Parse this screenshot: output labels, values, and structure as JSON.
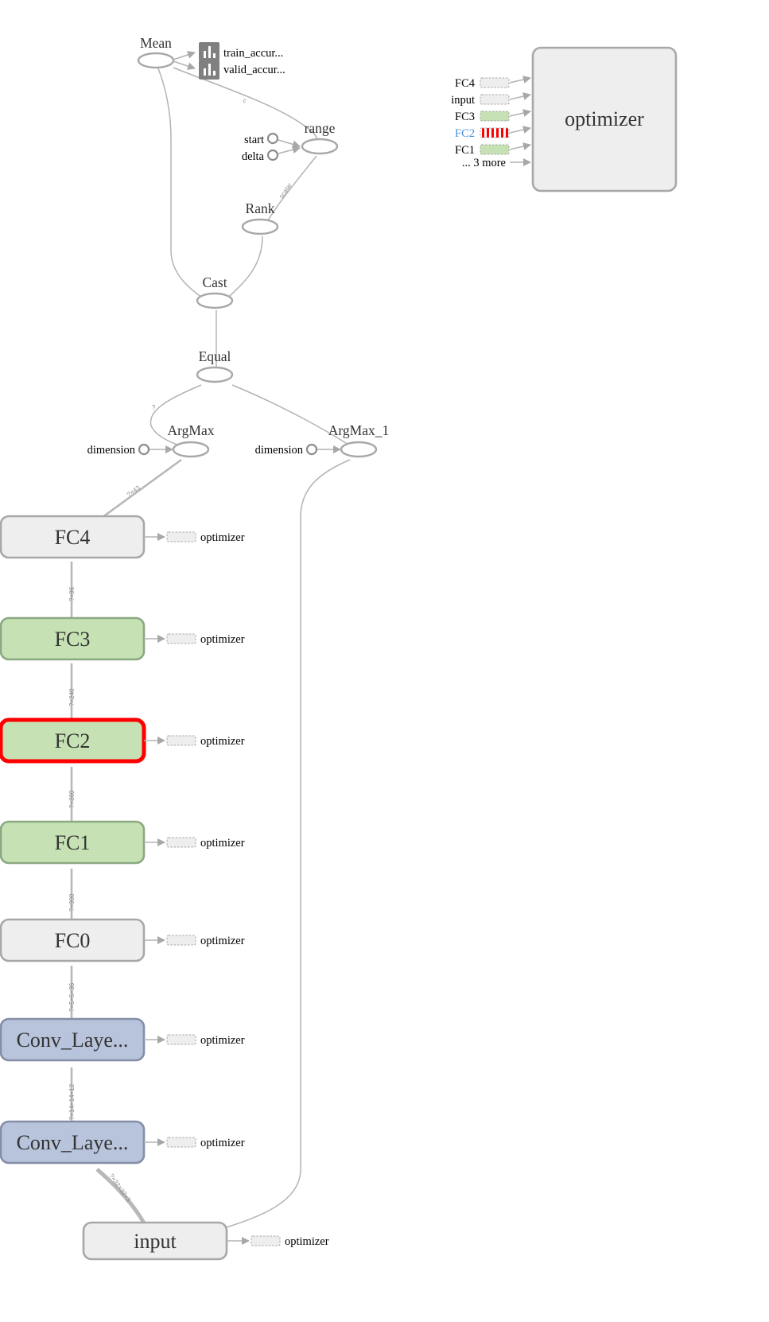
{
  "colors": {
    "edge": "#b3b3b3",
    "box_default_fill": "#eeeeee",
    "box_default_stroke": "#a8a8a8",
    "box_green_fill": "#c6e2b5",
    "box_green_stroke": "#8aa882",
    "box_blue_fill": "#b8c4dc",
    "box_blue_stroke": "#848ea6",
    "highlight": "#ff0000",
    "fc2_label": "#4a90d9",
    "stub_fill": "#eeeeee",
    "summary_icon": "#808080"
  },
  "ops": {
    "mean": "Mean",
    "range": "range",
    "rank": "Rank",
    "cast": "Cast",
    "equal": "Equal",
    "argmax": "ArgMax",
    "argmax_1": "ArgMax_1"
  },
  "constants": {
    "start": "start",
    "delta": "delta",
    "dimension_1": "dimension",
    "dimension_2": "dimension"
  },
  "summaries": {
    "train": "train_accur...",
    "valid": "valid_accur..."
  },
  "optimizer": {
    "title": "optimizer",
    "inputs": [
      {
        "label": "FC4",
        "style": "default"
      },
      {
        "label": "input",
        "style": "default"
      },
      {
        "label": "FC3",
        "style": "green"
      },
      {
        "label": "FC2",
        "style": "highlight"
      },
      {
        "label": "FC1",
        "style": "green"
      }
    ],
    "more": "... 3 more"
  },
  "layers": [
    {
      "name": "FC4",
      "style": "default",
      "highlighted": false,
      "out": "optimizer"
    },
    {
      "name": "FC3",
      "style": "green",
      "highlighted": false,
      "out": "optimizer"
    },
    {
      "name": "FC2",
      "style": "green",
      "highlighted": true,
      "out": "optimizer"
    },
    {
      "name": "FC1",
      "style": "green",
      "highlighted": false,
      "out": "optimizer"
    },
    {
      "name": "FC0",
      "style": "default",
      "highlighted": false,
      "out": "optimizer"
    },
    {
      "name": "Conv_Laye...",
      "style": "blue",
      "highlighted": false,
      "out": "optimizer"
    },
    {
      "name": "Conv_Laye...",
      "style": "blue",
      "highlighted": false,
      "out": "optimizer"
    }
  ],
  "input_node": {
    "name": "input",
    "out": "optimizer"
  },
  "edge_labels": {
    "mean_range": "c",
    "rank_range": "scalar",
    "equal_argmax": "?",
    "argmax_fc4": "?×43",
    "fc4_fc3": "?×96",
    "fc3_fc2": "?×240",
    "fc2_fc1": "?×360",
    "fc1_fc0": "?×900",
    "fc0_conv": "?×5×5×36",
    "conv_conv": "?×14×14×12",
    "conv_input": "?×32×32×3"
  }
}
